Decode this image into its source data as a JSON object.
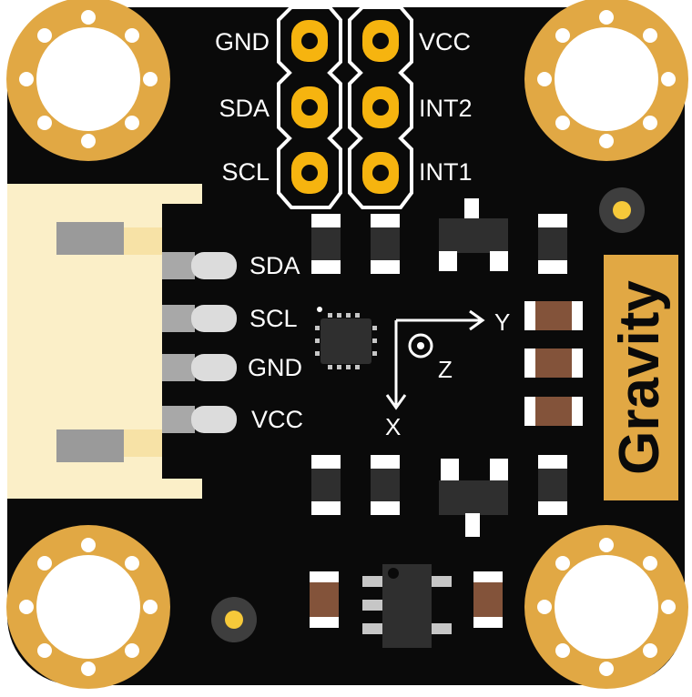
{
  "header_left_labels": [
    "GND",
    "SDA",
    "SCL"
  ],
  "header_right_labels": [
    "VCC",
    "INT2",
    "INT1"
  ],
  "connector_labels": [
    "SDA",
    "SCL",
    "GND",
    "VCC"
  ],
  "axes": {
    "y": "Y",
    "z": "Z",
    "x": "X"
  },
  "brand": "Gravity",
  "colors": {
    "pcb": "#0a0a0a",
    "gold": "#e1a844",
    "pad_gold": "#f6b40f",
    "connector": "#fbefc8",
    "silk": "#ffffff",
    "resistor_body": "#83533a",
    "component_black": "#2f2f2f",
    "pin_gray": "#c6c6c6"
  }
}
